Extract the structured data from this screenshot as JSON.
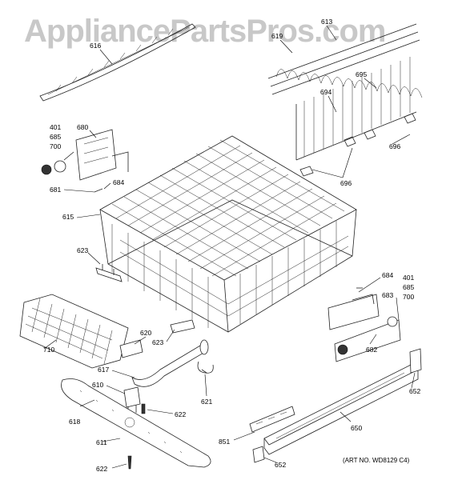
{
  "watermark": "AppliancePartsPros.com",
  "art_number": "(ART NO. WD8129 C4)",
  "labels": {
    "p616": "616",
    "p613": "613",
    "p619": "619",
    "p695": "695",
    "p694": "694",
    "p696a": "696",
    "p696b": "696",
    "p401a": "401",
    "p685a": "685",
    "p700a": "700",
    "p680": "680",
    "p681": "681",
    "p684a": "684",
    "p615": "615",
    "p623a": "623",
    "p684b": "684",
    "p401b": "401",
    "p685b": "685",
    "p700b": "700",
    "p683": "683",
    "p682": "682",
    "p710": "710",
    "p620": "620",
    "p623b": "623",
    "p617": "617",
    "p610": "610",
    "p621": "621",
    "p618": "618",
    "p622a": "622",
    "p611": "611",
    "p622b": "622",
    "p652a": "652",
    "p650": "650",
    "p851": "851",
    "p652b": "652"
  }
}
